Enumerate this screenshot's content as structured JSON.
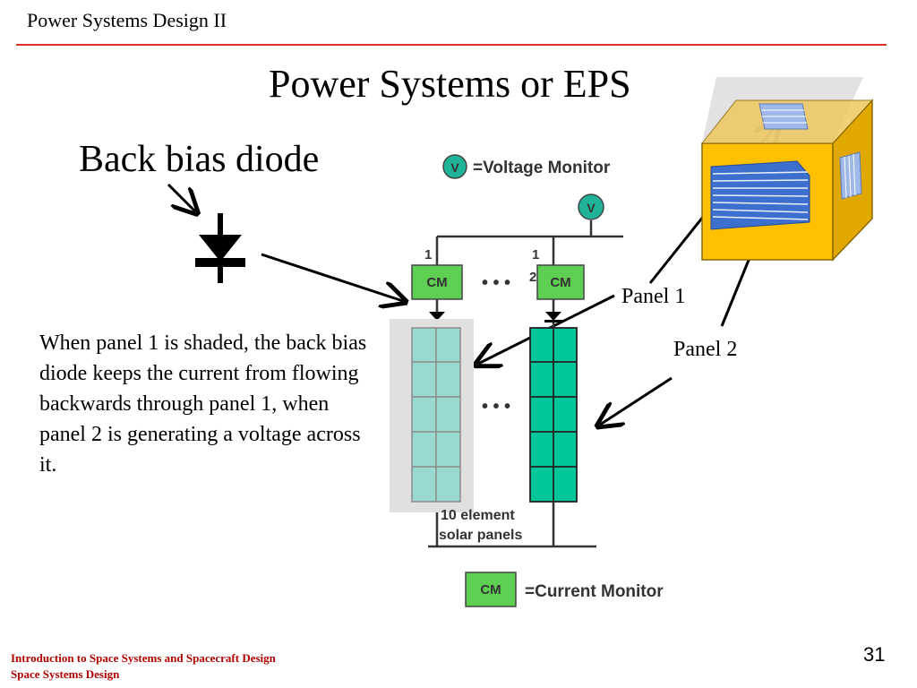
{
  "header": {
    "course_title": "Power Systems Design II"
  },
  "slide": {
    "title": "Power Systems or EPS",
    "subtitle": "Back bias diode",
    "body_text": "When panel 1 is shaded, the back bias diode keeps the current from flowing backwards through panel 1, when panel 2 is generating a voltage across it."
  },
  "diagram": {
    "voltage_legend_symbol": "V",
    "voltage_legend_text": "=Voltage Monitor",
    "voltage_monitor_symbol": "V",
    "current_legend_symbol": "CM",
    "current_legend_text": "=Current Monitor",
    "cm_box_1": "CM",
    "cm_box_2": "CM",
    "index_1": "1",
    "index_2a": "1",
    "index_2b": "2",
    "ellipsis_top": "• • •",
    "ellipsis_mid": "• • •",
    "panel_caption_line1": "10 element",
    "panel_caption_line2": "solar panels",
    "label_panel1": "Panel 1",
    "label_panel2": "Panel 2",
    "colors": {
      "cm_box": "#5ecf52",
      "voltage_circle": "#1fb39a",
      "shaded_panel": "#9ad9cf",
      "active_panel": "#00c79a",
      "spacecraft_body": "#ffc000",
      "solar_blue": "#3d6fcf"
    }
  },
  "footer": {
    "line1": "Introduction to Space Systems and Spacecraft Design",
    "line2": "Space Systems Design"
  },
  "page_number": "31"
}
